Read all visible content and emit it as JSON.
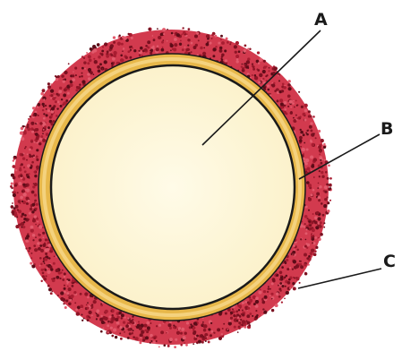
{
  "labels": {
    "a": "A",
    "b": "B",
    "c": "C"
  },
  "colors": {
    "outer_layer": "#c8283c",
    "outer_layer_dark": "#7a1020",
    "ring": "#e8b84a",
    "ring_highlight": "#f4d27e",
    "inner": "#fdf6d6",
    "outline": "#1a1a1a"
  }
}
